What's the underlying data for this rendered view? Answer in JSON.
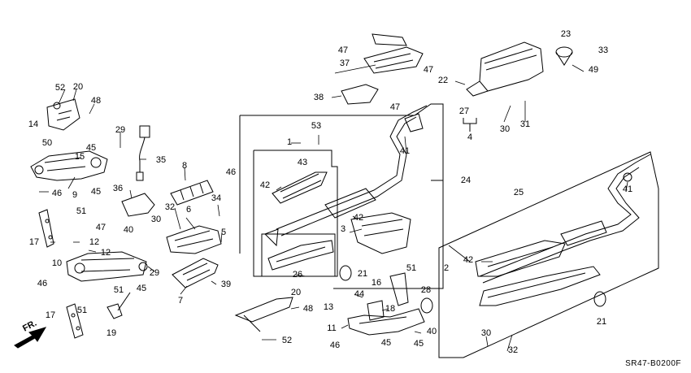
{
  "diagram_code": "SR47-B0200F",
  "direction_label": "FR.",
  "callouts": [
    {
      "id": "c1",
      "text": "52"
    },
    {
      "id": "c2",
      "text": "20"
    },
    {
      "id": "c3",
      "text": "48"
    },
    {
      "id": "c4",
      "text": "14"
    },
    {
      "id": "c5",
      "text": "50"
    },
    {
      "id": "c6",
      "text": "45"
    },
    {
      "id": "c7",
      "text": "15"
    },
    {
      "id": "c8",
      "text": "29"
    },
    {
      "id": "c9",
      "text": "35"
    },
    {
      "id": "c10",
      "text": "9"
    },
    {
      "id": "c11",
      "text": "45"
    },
    {
      "id": "c12",
      "text": "46"
    },
    {
      "id": "c13",
      "text": "8"
    },
    {
      "id": "c14",
      "text": "36"
    },
    {
      "id": "c15",
      "text": "51"
    },
    {
      "id": "c16",
      "text": "46"
    },
    {
      "id": "c17",
      "text": "34"
    },
    {
      "id": "c18",
      "text": "17"
    },
    {
      "id": "c19",
      "text": "12"
    },
    {
      "id": "c20",
      "text": "12"
    },
    {
      "id": "c21",
      "text": "47"
    },
    {
      "id": "c22",
      "text": "40"
    },
    {
      "id": "c23",
      "text": "30"
    },
    {
      "id": "c24",
      "text": "32"
    },
    {
      "id": "c25",
      "text": "6"
    },
    {
      "id": "c26",
      "text": "5"
    },
    {
      "id": "c27",
      "text": "10"
    },
    {
      "id": "c28",
      "text": "29"
    },
    {
      "id": "c29",
      "text": "45"
    },
    {
      "id": "c30",
      "text": "46"
    },
    {
      "id": "c31",
      "text": "51"
    },
    {
      "id": "c32",
      "text": "7"
    },
    {
      "id": "c33",
      "text": "39"
    },
    {
      "id": "c34",
      "text": "17"
    },
    {
      "id": "c35",
      "text": "51"
    },
    {
      "id": "c36",
      "text": "19"
    },
    {
      "id": "c37",
      "text": "47"
    },
    {
      "id": "c38",
      "text": "37"
    },
    {
      "id": "c39",
      "text": "47"
    },
    {
      "id": "c40",
      "text": "38"
    },
    {
      "id": "c41",
      "text": "47"
    },
    {
      "id": "c42",
      "text": "23"
    },
    {
      "id": "c43",
      "text": "33"
    },
    {
      "id": "c44",
      "text": "22"
    },
    {
      "id": "c45",
      "text": "49"
    },
    {
      "id": "c46",
      "text": "27"
    },
    {
      "id": "c47",
      "text": "30"
    },
    {
      "id": "c48",
      "text": "31"
    },
    {
      "id": "c49",
      "text": "4"
    },
    {
      "id": "c50",
      "text": "53"
    },
    {
      "id": "c51",
      "text": "1"
    },
    {
      "id": "c52",
      "text": "43"
    },
    {
      "id": "c53",
      "text": "42"
    },
    {
      "id": "c54",
      "text": "41"
    },
    {
      "id": "c55",
      "text": "24"
    },
    {
      "id": "c56",
      "text": "42"
    },
    {
      "id": "c57",
      "text": "3"
    },
    {
      "id": "c58",
      "text": "26"
    },
    {
      "id": "c59",
      "text": "21"
    },
    {
      "id": "c60",
      "text": "51"
    },
    {
      "id": "c61",
      "text": "16"
    },
    {
      "id": "c62",
      "text": "44"
    },
    {
      "id": "c63",
      "text": "28"
    },
    {
      "id": "c64",
      "text": "13"
    },
    {
      "id": "c65",
      "text": "18"
    },
    {
      "id": "c66",
      "text": "20"
    },
    {
      "id": "c67",
      "text": "48"
    },
    {
      "id": "c68",
      "text": "11"
    },
    {
      "id": "c69",
      "text": "40"
    },
    {
      "id": "c70",
      "text": "52"
    },
    {
      "id": "c71",
      "text": "46"
    },
    {
      "id": "c72",
      "text": "45"
    },
    {
      "id": "c73",
      "text": "45"
    },
    {
      "id": "c74",
      "text": "25"
    },
    {
      "id": "c75",
      "text": "41"
    },
    {
      "id": "c76",
      "text": "42"
    },
    {
      "id": "c77",
      "text": "2"
    },
    {
      "id": "c78",
      "text": "21"
    },
    {
      "id": "c79",
      "text": "30"
    },
    {
      "id": "c80",
      "text": "32"
    }
  ]
}
